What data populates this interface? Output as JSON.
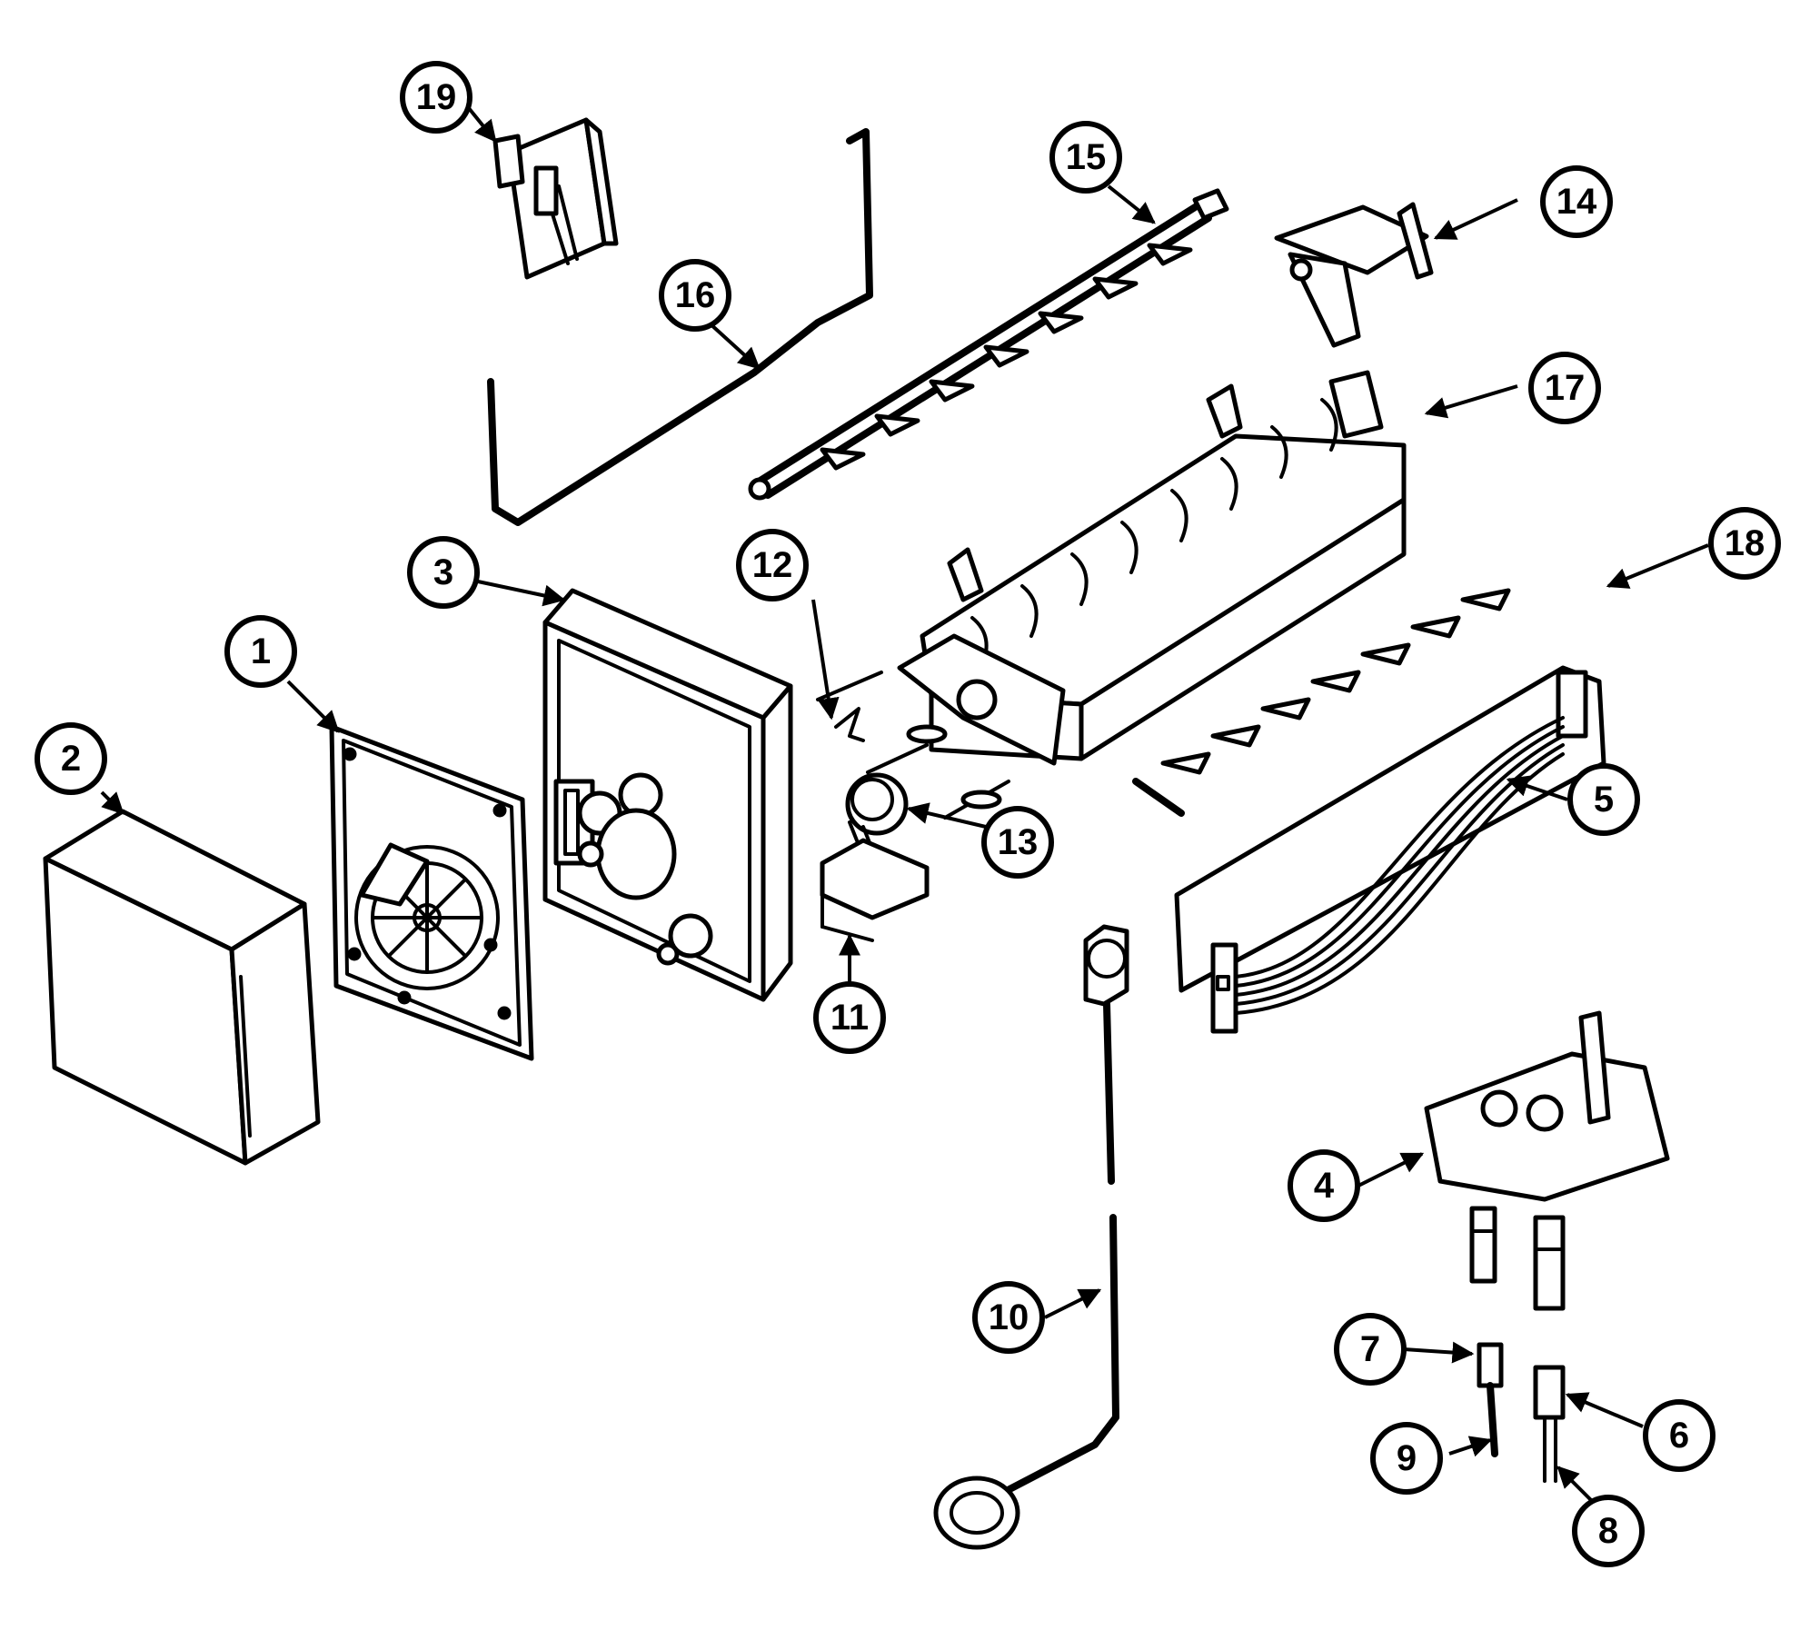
{
  "colors": {
    "ink": "#000000",
    "paper": "#ffffff"
  },
  "callouts": [
    {
      "id": "1",
      "label": "1"
    },
    {
      "id": "2",
      "label": "2"
    },
    {
      "id": "3",
      "label": "3"
    },
    {
      "id": "4",
      "label": "4"
    },
    {
      "id": "5",
      "label": "5"
    },
    {
      "id": "6",
      "label": "6"
    },
    {
      "id": "7",
      "label": "7"
    },
    {
      "id": "8",
      "label": "8"
    },
    {
      "id": "9",
      "label": "9"
    },
    {
      "id": "10",
      "label": "10"
    },
    {
      "id": "11",
      "label": "11"
    },
    {
      "id": "12",
      "label": "12"
    },
    {
      "id": "13",
      "label": "13"
    },
    {
      "id": "14",
      "label": "14"
    },
    {
      "id": "15",
      "label": "15"
    },
    {
      "id": "16",
      "label": "16"
    },
    {
      "id": "17",
      "label": "17"
    },
    {
      "id": "18",
      "label": "18"
    },
    {
      "id": "19",
      "label": "19"
    }
  ]
}
